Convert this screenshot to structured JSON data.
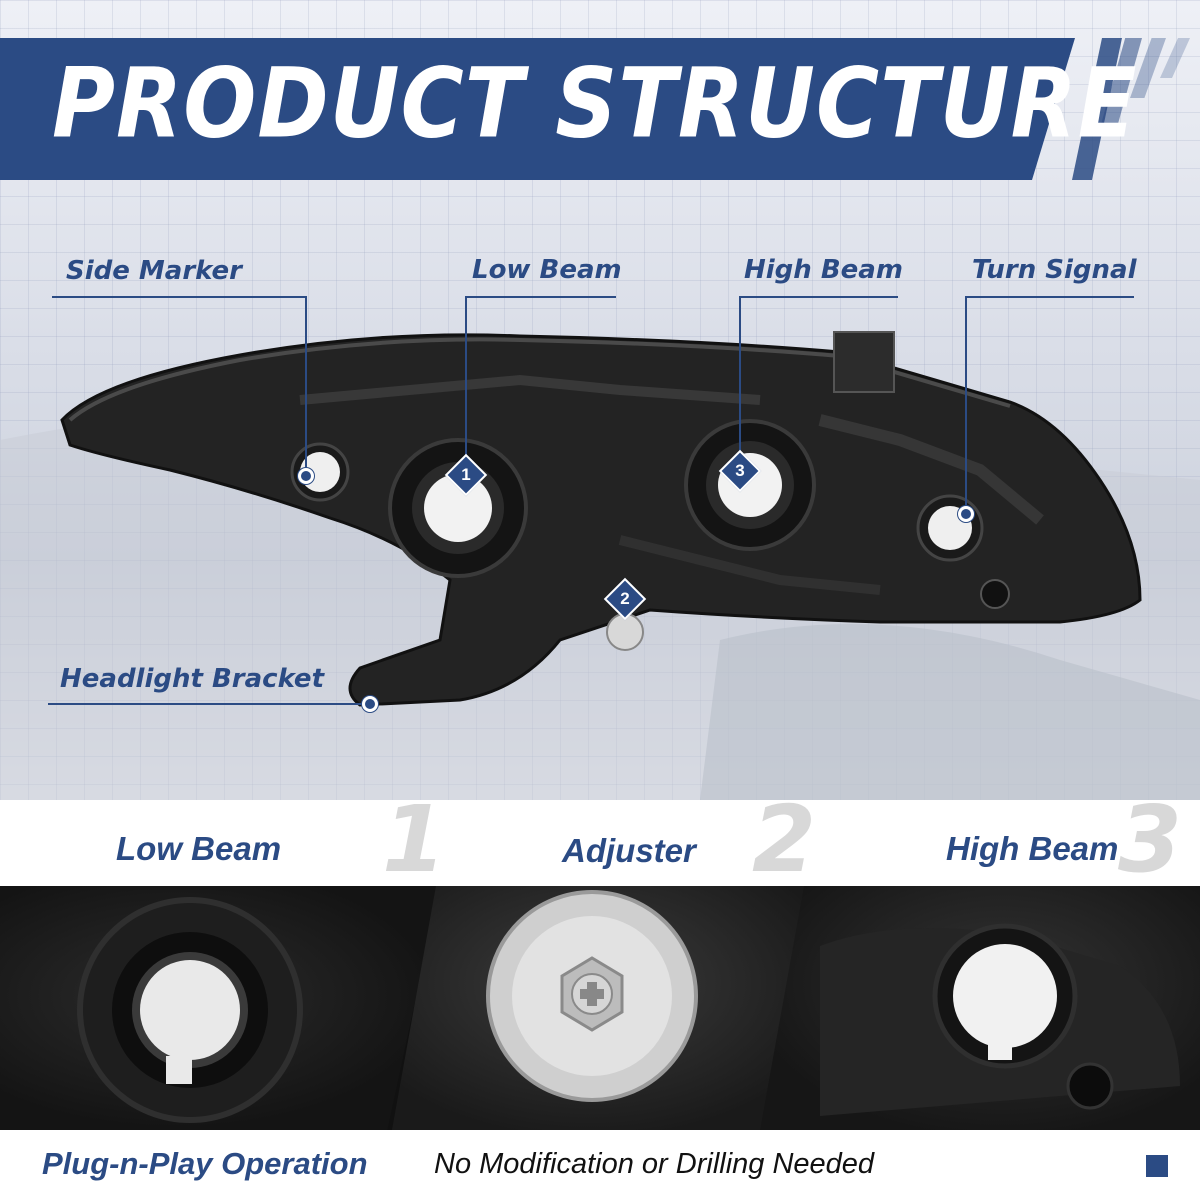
{
  "banner": {
    "title": "PRODUCT STRUCTURE"
  },
  "callouts": {
    "side_marker": "Side Marker",
    "low_beam": "Low Beam",
    "high_beam": "High Beam",
    "turn_signal": "Turn Signal",
    "headlight_bracket": "Headlight Bracket"
  },
  "markers": [
    "1",
    "2",
    "3"
  ],
  "details": [
    {
      "label": "Low Beam",
      "number": "1"
    },
    {
      "label": "Adjuster",
      "number": "2"
    },
    {
      "label": "High Beam",
      "number": "3"
    }
  ],
  "footer": {
    "headline": "Plug-n-Play Operation",
    "subtext": "No Modification or Drilling Needed"
  },
  "colors": {
    "brand_blue": "#2b4b84",
    "background": "#e4e7ee",
    "panel_dark": "#161616"
  }
}
